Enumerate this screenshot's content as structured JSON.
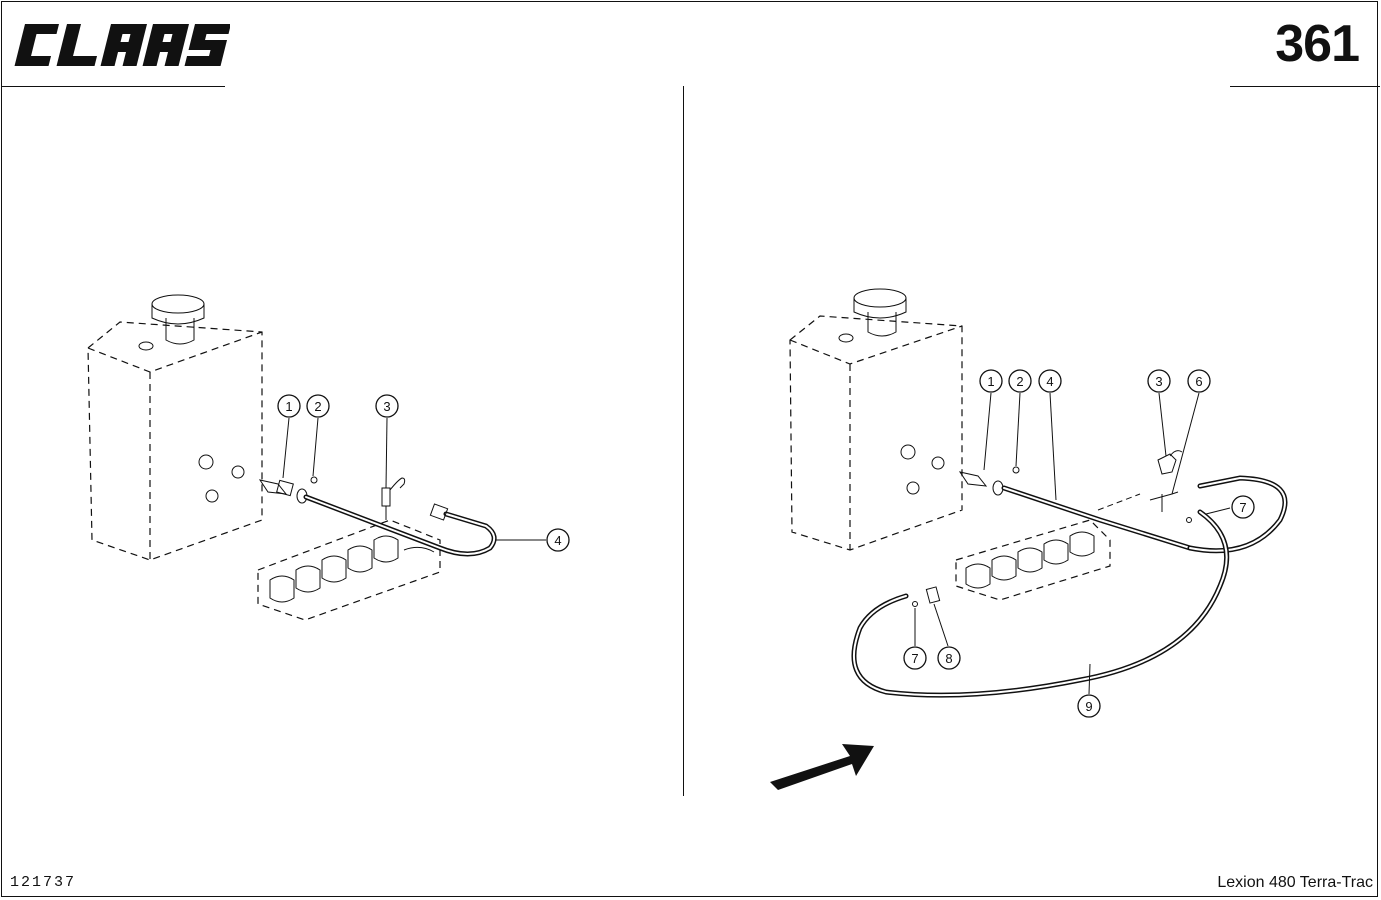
{
  "header": {
    "brand": "CLAAS",
    "page_number": "361"
  },
  "footer": {
    "document_code": "121737",
    "model": "Lexion 480 Terra-Trac"
  },
  "left_view": {
    "callouts": [
      "1",
      "2",
      "3",
      "4"
    ]
  },
  "right_view": {
    "callouts": [
      "1",
      "2",
      "4",
      "3",
      "6",
      "7",
      "7",
      "8",
      "9"
    ],
    "direction_arrow_icon": "forward-arrow-icon"
  }
}
